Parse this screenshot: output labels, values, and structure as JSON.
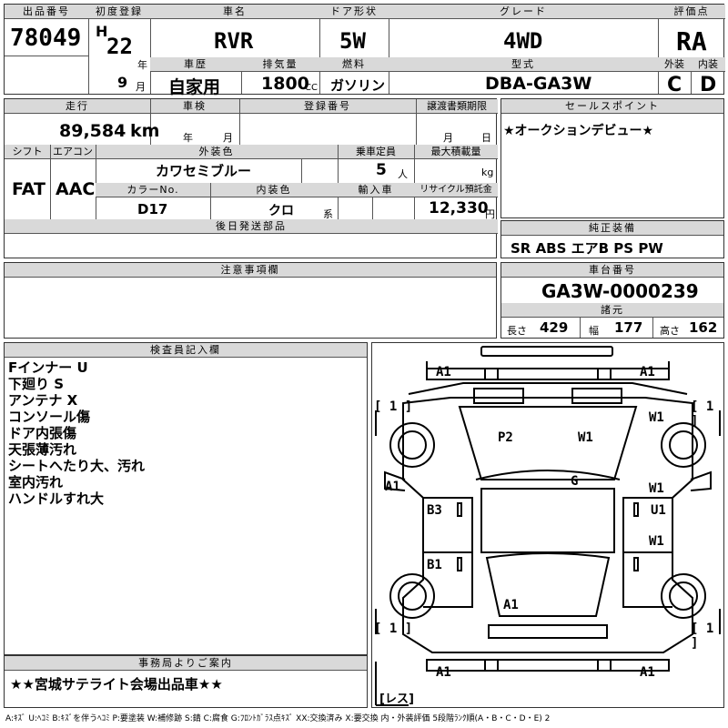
{
  "header": {
    "lot_no_label": "出品番号",
    "lot_no": "78049",
    "first_reg_label": "初度登録",
    "era_letter": "H",
    "year": "22",
    "year_unit": "年",
    "month": "9",
    "month_unit": "月",
    "car_name_label": "車名",
    "car_name": "RVR",
    "door_label": "ドア形状",
    "door": "5W",
    "grade_label": "グレード",
    "grade": "4WD",
    "score_label": "評価点",
    "score": "RA",
    "history_label": "車歴",
    "history": "自家用",
    "displacement_label": "排気量",
    "displacement": "1800",
    "displacement_unit": "CC",
    "fuel_label": "燃料",
    "fuel": "ガソリン",
    "model_label": "型式",
    "model": "DBA-GA3W",
    "exterior_label": "外装",
    "exterior": "C",
    "interior_label": "内装",
    "interior": "D"
  },
  "info": {
    "mileage_label": "走行",
    "mileage": "89,584",
    "mileage_unit": "km",
    "inspection_label": "車検",
    "inspection_year_unit": "年",
    "inspection_month_unit": "月",
    "regno_label": "登録番号",
    "transfer_label": "譲渡書類期限",
    "transfer_month_unit": "月",
    "transfer_day_unit": "日",
    "shift_label": "シフト",
    "shift": "FAT",
    "ac_label": "エアコン",
    "ac": "AAC",
    "color_label": "外装色",
    "color": "カワセミブルー",
    "capacity_label": "乗車定員",
    "capacity": "5",
    "capacity_unit": "人",
    "maxload_label": "最大積載量",
    "maxload_unit": "kg",
    "colorno_label": "カラーNo.",
    "colorno": "D17",
    "intcolor_label": "内装色",
    "intcolor": "クロ",
    "intcolor_unit": "系",
    "import_label": "輸入車",
    "recycle_label": "リサイクル預託金",
    "recycle": "12,330",
    "recycle_unit": "円",
    "later_parts_label": "後日発送部品"
  },
  "sales": {
    "label": "セールスポイント",
    "text": "★オークションデビュー★"
  },
  "equipment": {
    "label": "純正装備",
    "text": "SR ABS エアB PS PW"
  },
  "notes": {
    "label": "注意事項欄"
  },
  "chassis": {
    "label": "車台番号",
    "number": "GA3W-0000239",
    "spec_label": "諸元",
    "length_label": "長さ",
    "length": "429",
    "width_label": "幅",
    "width": "177",
    "height_label": "高さ",
    "height": "162"
  },
  "inspector": {
    "label": "検査員記入欄",
    "lines": [
      "Fインナー U",
      "下廻り S",
      "アンテナ X",
      "コンソール傷",
      "ドア内張傷",
      "天張薄汚れ",
      "シートへたり大、汚れ",
      "室内汚れ",
      "ハンドルすれ大"
    ]
  },
  "office": {
    "label": "事務局よりご案内",
    "text": "★★宮城サテライト会場出品車★★"
  },
  "diagram": {
    "marks": {
      "front_left": "A1",
      "front_right": "A1",
      "p2": "P2",
      "w1_hood": "W1",
      "w1_right_front": "W1",
      "g": "G",
      "a1_left": "A1",
      "w1_right_door": "W1",
      "u1": "U1",
      "b3": "B3",
      "w1_right_rear": "W1",
      "b1": "B1",
      "a1_roof": "A1",
      "rear_left": "A1",
      "rear_right": "A1"
    },
    "tire_tl": "[ 1 ]",
    "tire_tr": "[ 1 ]",
    "tire_bl": "[ 1 ]",
    "tire_br": "[ 1 ]",
    "less": "[レス]"
  },
  "legend": {
    "text": "A:ｷｽﾞ U:ﾍｺﾐ B:ｷｽﾞを伴うﾍｺﾐ P:要塗装 W:補修跡 S:錆 C:腐食 G:ﾌﾛﾝﾄｶﾞﾗｽ点ｷｽﾞ XX:交換済み X:要交換 内・外装評価 5段階ﾗﾝｸ順(A・B・C・D・E) 2"
  }
}
